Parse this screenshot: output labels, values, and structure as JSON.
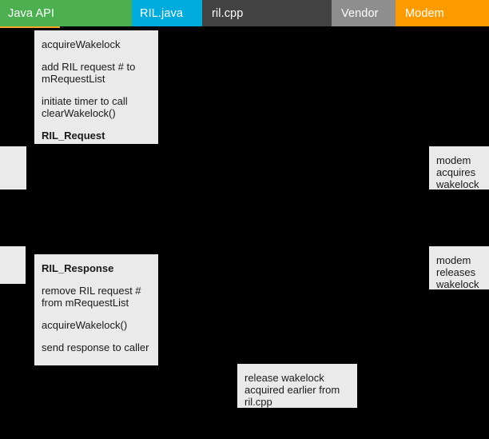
{
  "tabs": [
    {
      "id": "java-api",
      "label": "Java API",
      "color": "#4CAF50"
    },
    {
      "id": "ril-java",
      "label": "RIL.java",
      "color": "#00ACDD"
    },
    {
      "id": "ril-cpp",
      "label": "ril.cpp",
      "color": "#424242"
    },
    {
      "id": "vendor",
      "label": "Vendor",
      "color": "#8E8E8E"
    },
    {
      "id": "modem",
      "label": "Modem",
      "color": "#FB9B00"
    }
  ],
  "notes": {
    "ril_request": {
      "lines": [
        "acquireWakelock",
        "add RIL request # to mRequestList",
        "initiate timer to call clearWakelock()"
      ],
      "title": "RIL_Request"
    },
    "ril_response": {
      "title": "RIL_Response",
      "lines": [
        "remove RIL request # from mRequestList",
        "acquireWakelock()",
        "send response to caller"
      ]
    },
    "modem_acquires": {
      "text": "modem acquires wakelock"
    },
    "modem_releases": {
      "text": "modem releases wakelock"
    },
    "release_wakelock": {
      "text": "release wakelock acquired earlier from ril.cpp"
    }
  },
  "canvas": {
    "background": "#000000",
    "note_background": "#EAEAEA"
  }
}
